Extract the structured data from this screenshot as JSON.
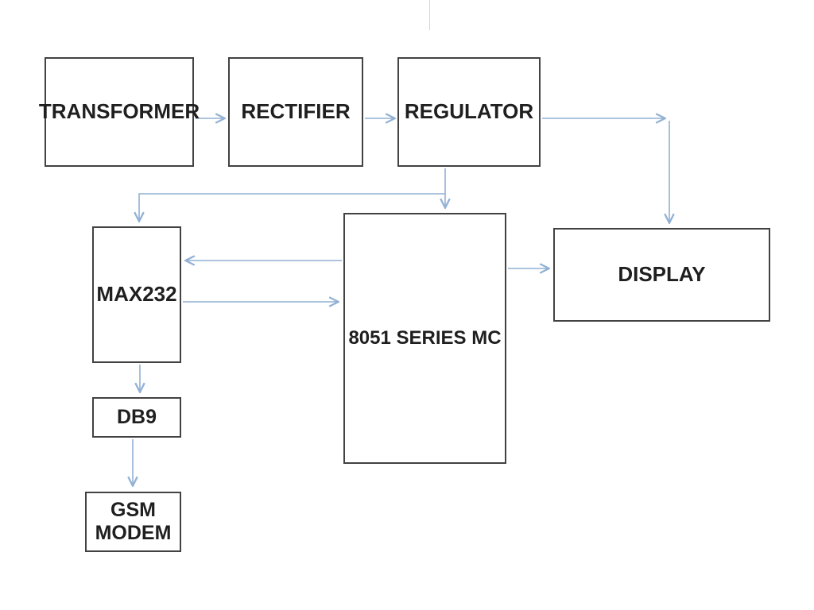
{
  "diagram": {
    "type": "block-diagram",
    "background_color": "#ffffff",
    "box_border_color": "#424242",
    "label_text_color": "#1f1f1f",
    "arrow_color": "#92b1d4"
  },
  "nodes": {
    "transformer": {
      "label": "TRANSFORMER"
    },
    "rectifier": {
      "label": "RECTIFIER"
    },
    "regulator": {
      "label": "REGULATOR"
    },
    "max232": {
      "label": "MAX232"
    },
    "mc_8051": {
      "label": "8051 SERIES MC"
    },
    "display": {
      "label": "DISPLAY"
    },
    "db9": {
      "label": "DB9"
    },
    "gsm_modem": {
      "label": "GSM MODEM",
      "line1": "GSM",
      "line2": "MODEM"
    }
  },
  "edges": [
    {
      "from": "TRANSFORMER",
      "to": "RECTIFIER"
    },
    {
      "from": "RECTIFIER",
      "to": "REGULATOR"
    },
    {
      "from": "REGULATOR",
      "to": "DISPLAY"
    },
    {
      "from": "REGULATOR",
      "to": "MAX232"
    },
    {
      "from": "REGULATOR",
      "to": "8051 SERIES MC"
    },
    {
      "from": "8051 SERIES MC",
      "to": "MAX232"
    },
    {
      "from": "MAX232",
      "to": "8051 SERIES MC"
    },
    {
      "from": "8051 SERIES MC",
      "to": "DISPLAY"
    },
    {
      "from": "MAX232",
      "to": "DB9"
    },
    {
      "from": "DB9",
      "to": "GSM MODEM"
    }
  ]
}
